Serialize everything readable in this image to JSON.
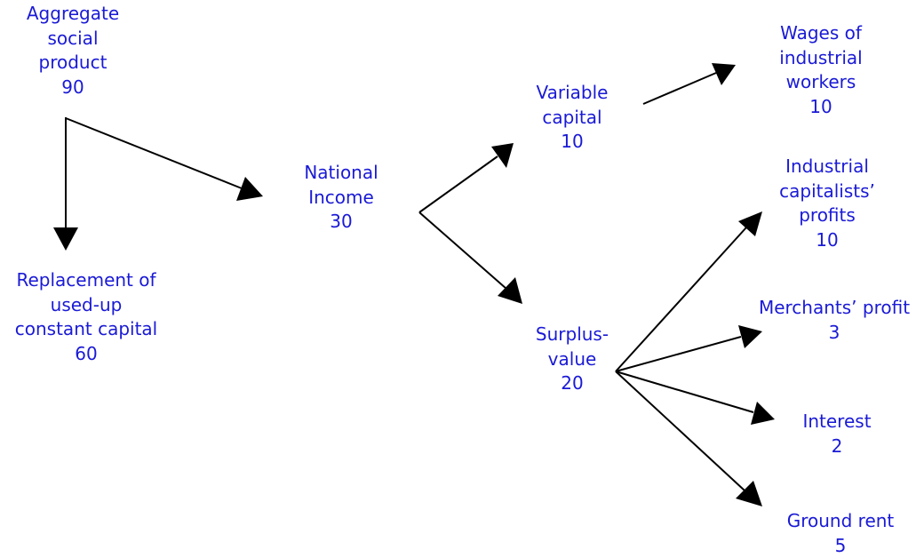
{
  "nodes": {
    "aggregate": {
      "lines": [
        "Aggregate",
        "social",
        "product"
      ],
      "value": "90"
    },
    "replacement": {
      "lines": [
        "Replacement of",
        "used-up",
        "constant capital"
      ],
      "value": "60"
    },
    "national_income": {
      "lines": [
        "National",
        "Income"
      ],
      "value": "30"
    },
    "variable_capital": {
      "lines": [
        "Variable",
        "capital"
      ],
      "value": "10"
    },
    "surplus_value": {
      "lines": [
        "Surplus-",
        "value"
      ],
      "value": "20"
    },
    "wages": {
      "lines": [
        "Wages of",
        "industrial",
        "workers"
      ],
      "value": "10"
    },
    "industrial_profits": {
      "lines": [
        "Industrial",
        "capitalists’",
        "profits"
      ],
      "value": "10"
    },
    "merchants_profit": {
      "lines": [
        "Merchants’ profit"
      ],
      "value": "3"
    },
    "interest": {
      "lines": [
        "Interest"
      ],
      "value": "2"
    },
    "ground_rent": {
      "lines": [
        "Ground rent"
      ],
      "value": "5"
    }
  },
  "colors": {
    "label": "#1a1ad6",
    "arrow": "#000000",
    "background": "#ffffff"
  }
}
